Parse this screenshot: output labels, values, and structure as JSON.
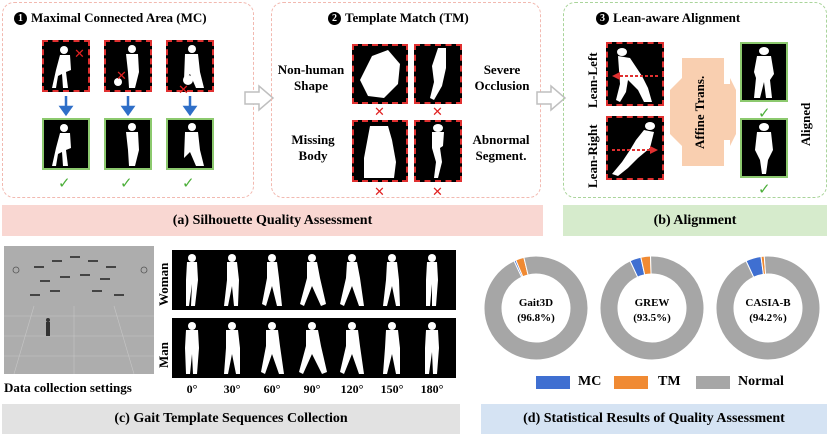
{
  "panel_mc": {
    "badge": "1",
    "title": "Maximal Connected Area (MC)"
  },
  "panel_tm": {
    "badge": "2",
    "title": "Template Match (TM)",
    "labels": {
      "non_human": "Non-human Shape",
      "severe": "Severe Occlusion",
      "missing": "Missing Body",
      "abnormal": "Abnormal Segment."
    }
  },
  "panel_align": {
    "badge": "3",
    "title": "Lean-aware Alignment",
    "lean_left": "Lean-Left",
    "lean_right": "Lean-Right",
    "affine": "Affine Trans.",
    "aligned": "Aligned"
  },
  "captions": {
    "a": "(a) Silhouette Quality Assessment",
    "b": "(b) Alignment",
    "c": "(c) Gait Template Sequences Collection",
    "d": "(d) Statistical Results of Quality Assessment"
  },
  "gait": {
    "settings_label": "Data collection settings",
    "woman": "Woman",
    "man": "Man",
    "angles": [
      "0°",
      "30°",
      "60°",
      "90°",
      "120°",
      "150°",
      "180°"
    ]
  },
  "chart_data": {
    "type": "pie",
    "charts": [
      {
        "name": "Gait3D",
        "percent_label": "(96.8%)",
        "values": {
          "MC": 0.6,
          "TM": 2.6,
          "Normal": 96.8
        }
      },
      {
        "name": "GREW",
        "percent_label": "(93.5%)",
        "values": {
          "MC": 3.5,
          "TM": 3.0,
          "Normal": 93.5
        }
      },
      {
        "name": "CASIA-B",
        "percent_label": "(94.2%)",
        "values": {
          "MC": 4.8,
          "TM": 1.0,
          "Normal": 94.2
        }
      }
    ],
    "legend": [
      {
        "label": "MC",
        "color": "#3f6fd1"
      },
      {
        "label": "TM",
        "color": "#f08a33"
      },
      {
        "label": "Normal",
        "color": "#a6a6a6"
      }
    ]
  },
  "colors": {
    "mc": "#3f6fd1",
    "tm": "#f08a33",
    "normal": "#a6a6a6",
    "red": "#e03030",
    "green": "#8cc96e"
  },
  "icons": {
    "cross": "✕",
    "check": "✓"
  }
}
